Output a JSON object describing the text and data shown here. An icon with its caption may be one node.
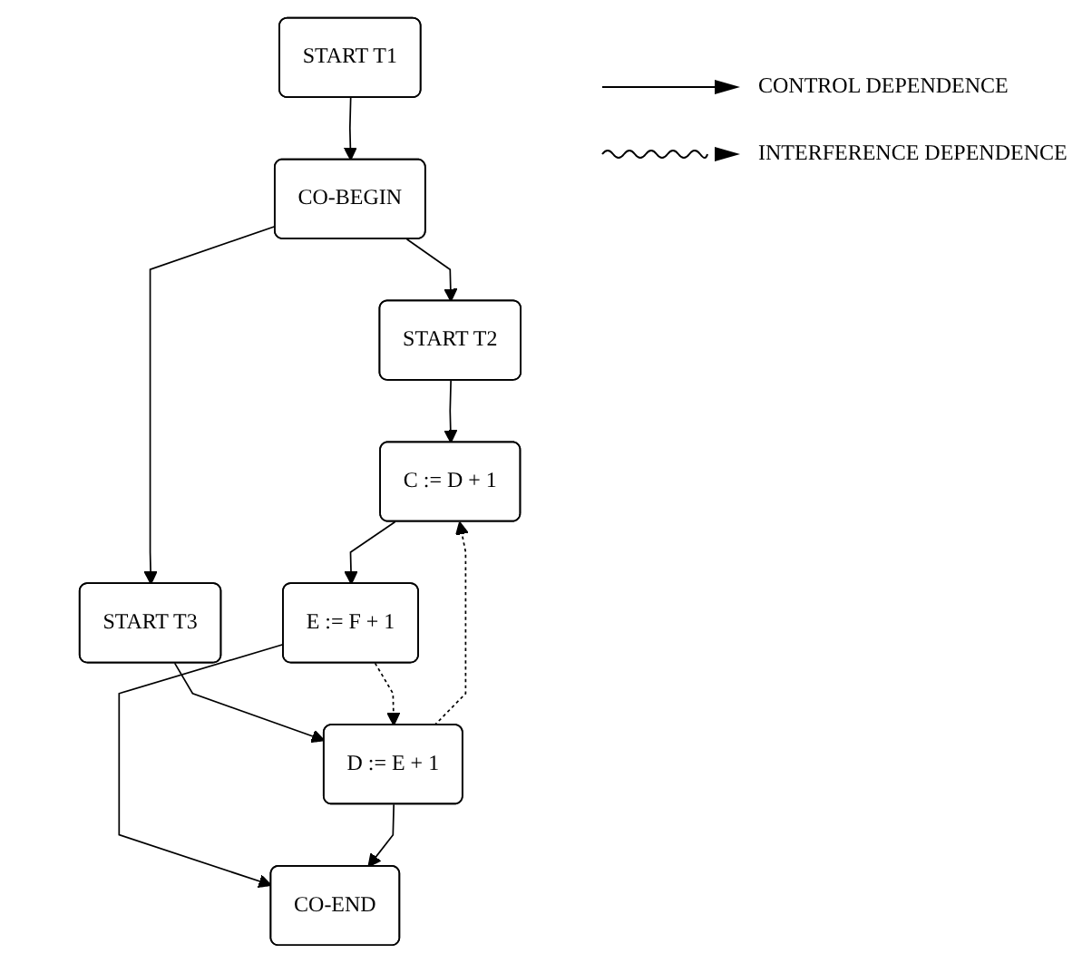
{
  "diagram": {
    "nodes": [
      {
        "text": [
          "START T1"
        ]
      },
      {
        "text": [
          "CO-BEGIN"
        ]
      },
      {
        "text": [
          "START T2"
        ]
      },
      {
        "text": [
          "START T3"
        ]
      },
      {
        "text": [
          "C := D + 1"
        ]
      },
      {
        "text": [
          "D := E + 1"
        ]
      },
      {
        "text": [
          "E := F + 1"
        ]
      },
      {
        "text": [
          "CO-END"
        ]
      }
    ],
    "edges": [
      {
        "from": 0,
        "to": 1,
        "arrow": "to"
      },
      {
        "from": 1,
        "to": 2,
        "arrow": "to"
      },
      {
        "from": 1,
        "to": 3,
        "arrow": "to"
      },
      {
        "from": 2,
        "to": 4,
        "arrow": "to"
      },
      {
        "from": 3,
        "to": 5,
        "arrow": "to"
      },
      {
        "from": 5,
        "to": 4,
        "arrow": "to",
        "style": "dashed"
      },
      {
        "from": 4,
        "to": 6,
        "arrow": "to"
      },
      {
        "from": 6,
        "to": 5,
        "arrow": "to",
        "style": "dashed"
      },
      {
        "from": 6,
        "to": 7,
        "arrow": "to"
      },
      {
        "from": 5,
        "to": 7,
        "arrow": "to"
      }
    ],
    "legend": [
      {
        "text": "CONTROL DEPENDENCE"
      },
      {
        "text": "INTERFERENCE DEPENDENCE"
      }
    ]
  }
}
